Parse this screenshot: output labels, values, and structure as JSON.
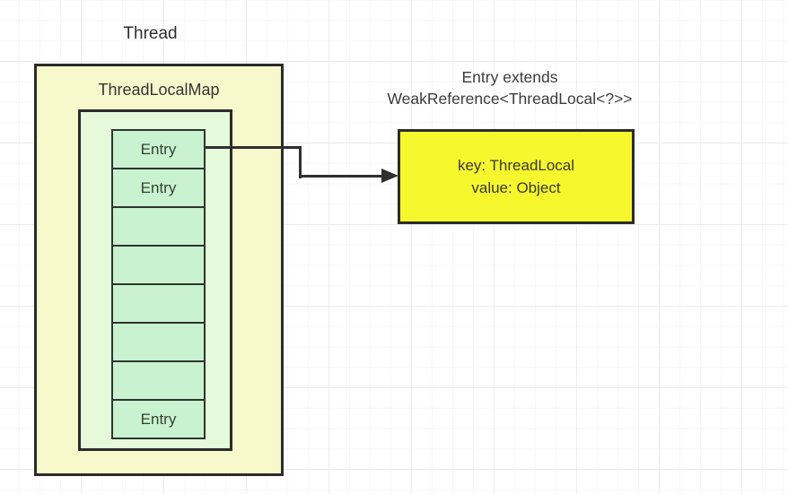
{
  "labels": {
    "thread": "Thread",
    "thread_local_map": "ThreadLocalMap"
  },
  "entries": [
    "Entry",
    "Entry",
    "",
    "",
    "",
    "",
    "",
    "Entry"
  ],
  "entry_detail": {
    "heading_line1": "Entry extends",
    "heading_line2": "WeakReference<ThreadLocal<?>>",
    "key_line": "key: ThreadLocal",
    "value_line": "value: Object"
  },
  "colors": {
    "canvas-bg": "#ffffff",
    "grid-major": "#ececf0",
    "grid-minor": "#f7f7fa",
    "outer-fill": "#f8f8cd",
    "map-fill": "#e5f9db",
    "entry-fill": "#c9f2d0",
    "detail-fill": "#f7f72e",
    "border": "#2b2b2b",
    "text": "#3a3a3a"
  }
}
